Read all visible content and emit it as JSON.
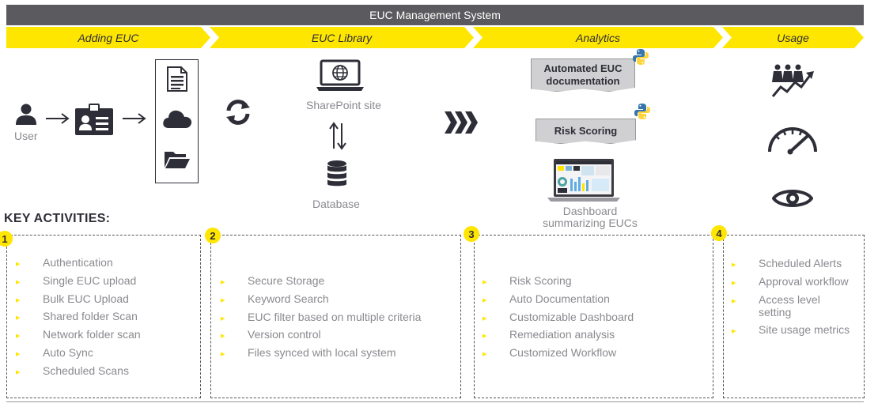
{
  "title": "EUC Management System",
  "phases": [
    {
      "label": "Adding EUC"
    },
    {
      "label": "EUC Library"
    },
    {
      "label": "Analytics"
    },
    {
      "label": "Usage"
    }
  ],
  "adding": {
    "user_label": "User"
  },
  "library": {
    "sharepoint_label": "SharePoint site",
    "database_label": "Database"
  },
  "analytics": {
    "doc_label": "Automated EUC documentation",
    "risk_label": "Risk Scoring",
    "dashboard_label": "Dashboard summarizing EUCs"
  },
  "key_activities_title": "KEY ACTIVITIES:",
  "activities": [
    {
      "number": "1",
      "items": [
        "Authentication",
        "Single EUC upload",
        "Bulk EUC Upload",
        "Shared folder Scan",
        "Network folder scan",
        "Auto Sync",
        "Scheduled Scans"
      ]
    },
    {
      "number": "2",
      "items": [
        "Secure Storage",
        "Keyword Search",
        "EUC filter based on multiple criteria",
        "Version control",
        "Files synced with local system"
      ]
    },
    {
      "number": "3",
      "items": [
        "Risk Scoring",
        "Auto Documentation",
        "Customizable Dashboard",
        "Remediation analysis",
        "Customized Workflow"
      ]
    },
    {
      "number": "4",
      "items": [
        "Scheduled Alerts",
        "Approval workflow",
        "Access level setting",
        "Site usage metrics"
      ]
    }
  ],
  "colors": {
    "accent": "#ffe600",
    "header": "#5b5b5f",
    "text": "#2e2e38",
    "muted": "#8a8a90"
  }
}
